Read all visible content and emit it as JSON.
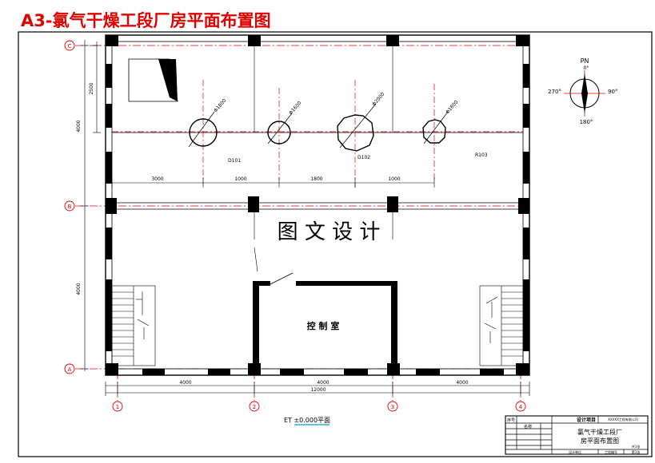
{
  "sheet_title": "A3-氯气干燥工段厂房平面布置图",
  "watermark": "图 文 设 计",
  "control_room": "控 制 室",
  "elevation_label": "ET ±0.000平面",
  "axis_bubbles": {
    "C": "C",
    "B": "B",
    "A": "A",
    "n1": "1",
    "n2": "2",
    "n3": "3",
    "n4": "4"
  },
  "dims_bottom": {
    "d1": "4000",
    "d2": "4000",
    "d3": "4000",
    "total": "12000"
  },
  "dims_left": {
    "upper": "4000",
    "lower": "4000",
    "inner": "2500"
  },
  "dims_mid": {
    "a": "3000",
    "b": "1000",
    "c": "1800",
    "d": "1000"
  },
  "vessel_tags": {
    "t1": "Φ1800",
    "t2": "Φ1600",
    "t3": "Φ2000",
    "t4": "Φ1600"
  },
  "equip_tags": {
    "e1": "D101",
    "e2": "D102",
    "e3": "R103"
  },
  "compass": {
    "north": "PN",
    "zero": "0°",
    "east": "90°",
    "west": "270°",
    "south": "180°"
  },
  "title_block": {
    "col1": "序号",
    "col2": "名称",
    "project": "设计项目",
    "title_line1": "氯气干燥工段厂",
    "title_line2": "房平面布置图",
    "small1": "XXXXX工程有限公司",
    "small2": "设计单位",
    "small3": "工程编号",
    "small4": "第1张",
    "small5": "共1张"
  }
}
